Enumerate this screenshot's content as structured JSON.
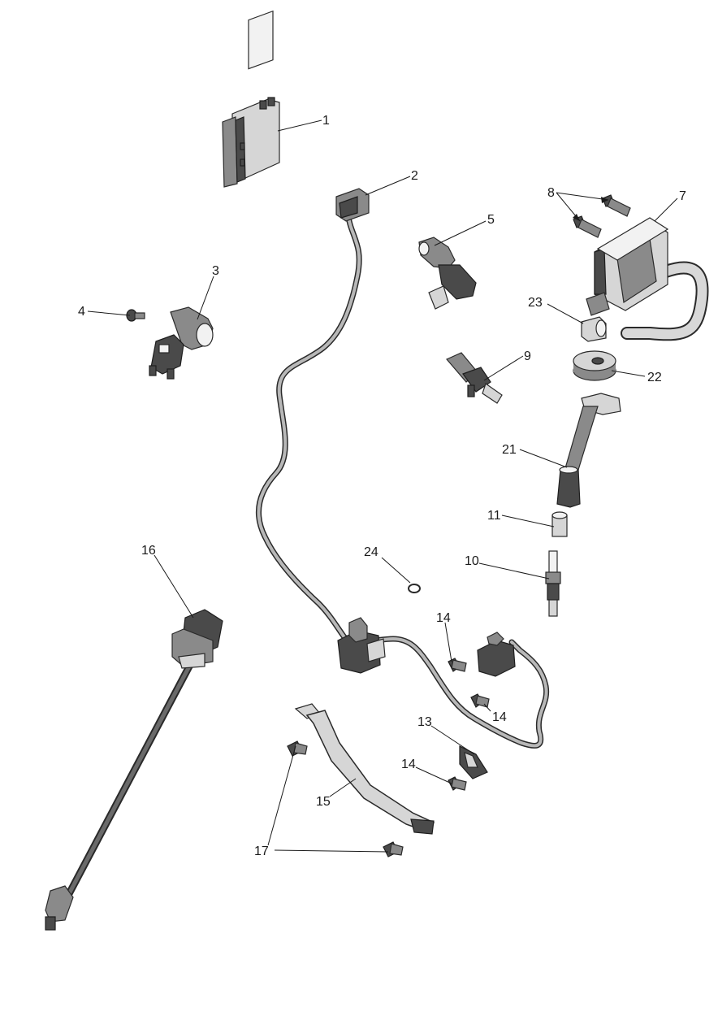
{
  "diagram": {
    "callouts": [
      {
        "id": "c1",
        "label": "1"
      },
      {
        "id": "c2",
        "label": "2"
      },
      {
        "id": "c3",
        "label": "3"
      },
      {
        "id": "c4",
        "label": "4"
      },
      {
        "id": "c5",
        "label": "5"
      },
      {
        "id": "c7",
        "label": "7"
      },
      {
        "id": "c8",
        "label": "8"
      },
      {
        "id": "c9",
        "label": "9"
      },
      {
        "id": "c10",
        "label": "10"
      },
      {
        "id": "c11",
        "label": "11"
      },
      {
        "id": "c13",
        "label": "13"
      },
      {
        "id": "c14a",
        "label": "14"
      },
      {
        "id": "c14b",
        "label": "14"
      },
      {
        "id": "c14c",
        "label": "14"
      },
      {
        "id": "c15",
        "label": "15"
      },
      {
        "id": "c16",
        "label": "16"
      },
      {
        "id": "c17",
        "label": "17"
      },
      {
        "id": "c21",
        "label": "21"
      },
      {
        "id": "c22",
        "label": "22"
      },
      {
        "id": "c23",
        "label": "23"
      },
      {
        "id": "c24",
        "label": "24"
      }
    ]
  }
}
